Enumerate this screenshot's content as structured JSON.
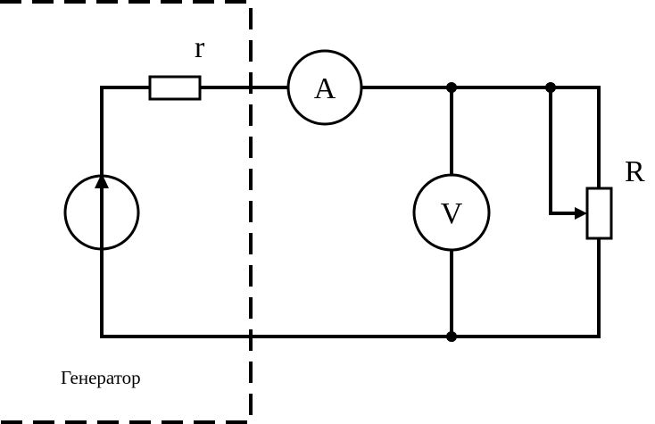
{
  "diagram": {
    "labels": {
      "internal_resistance": "r",
      "ammeter": "A",
      "voltmeter": "V",
      "load_resistor": "R",
      "generator_box": "Генератор"
    },
    "colors": {
      "stroke": "#000000",
      "background": "#ffffff"
    },
    "icons": {
      "source": "current-source-icon",
      "ammeter": "ammeter-icon",
      "voltmeter": "voltmeter-icon",
      "rheostat": "rheostat-icon"
    }
  }
}
